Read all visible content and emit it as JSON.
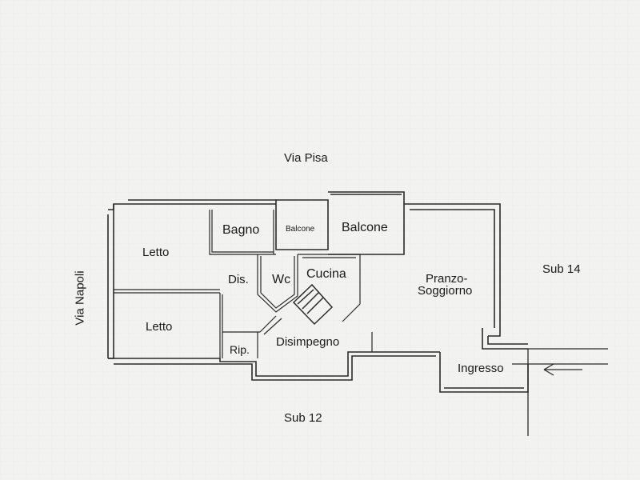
{
  "streets": {
    "north": "Via Pisa",
    "west": "Via Napoli",
    "east": "Sub 14",
    "south": "Sub 12"
  },
  "rooms": {
    "letto_top": "Letto",
    "letto_bottom": "Letto",
    "bagno": "Bagno",
    "balcone_small": "Balcone",
    "balcone_large": "Balcone",
    "dis": "Dis.",
    "wc": "Wc",
    "cucina": "Cucina",
    "pranzo_line1": "Pranzo-",
    "pranzo_line2": "Soggiorno",
    "disimpegno": "Disimpegno",
    "rip": "Rip.",
    "ingresso": "Ingresso"
  },
  "colors": {
    "wall": "#2a2a2a",
    "background": "#f2f2f0",
    "grid": "#cfd6d8"
  },
  "icons": {
    "entrance": "arrow-left-icon"
  }
}
